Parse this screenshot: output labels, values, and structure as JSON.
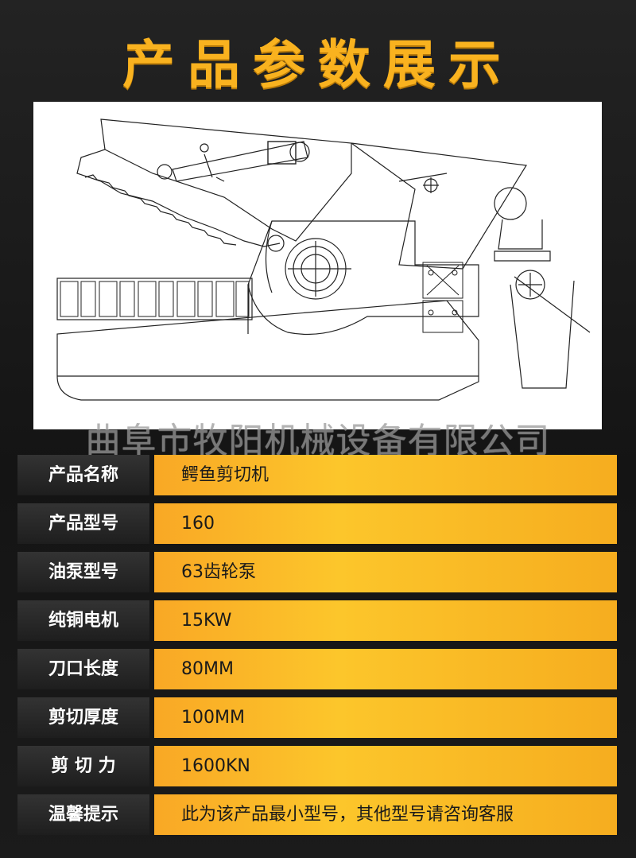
{
  "title": "产品参数展示",
  "watermark": "曲阜市牧阳机械设备有限公司",
  "specs": [
    {
      "label": "产品名称",
      "value": "鳄鱼剪切机"
    },
    {
      "label": "产品型号",
      "value": "160"
    },
    {
      "label": "油泵型号",
      "value": "63齿轮泵"
    },
    {
      "label": "纯铜电机",
      "value": "15KW"
    },
    {
      "label": "刀口长度",
      "value": "80MM"
    },
    {
      "label": "剪切厚度",
      "value": "100MM"
    },
    {
      "label": "剪 切 力",
      "value": "1600KN"
    },
    {
      "label": "温馨提示",
      "value": "此为该产品最小型号，其他型号请咨询客服"
    }
  ],
  "colors": {
    "title": "#f9b21f",
    "value_bar": "#fcc62b",
    "label_bar": "#2a2a2a",
    "background": "#1a1a1a"
  }
}
